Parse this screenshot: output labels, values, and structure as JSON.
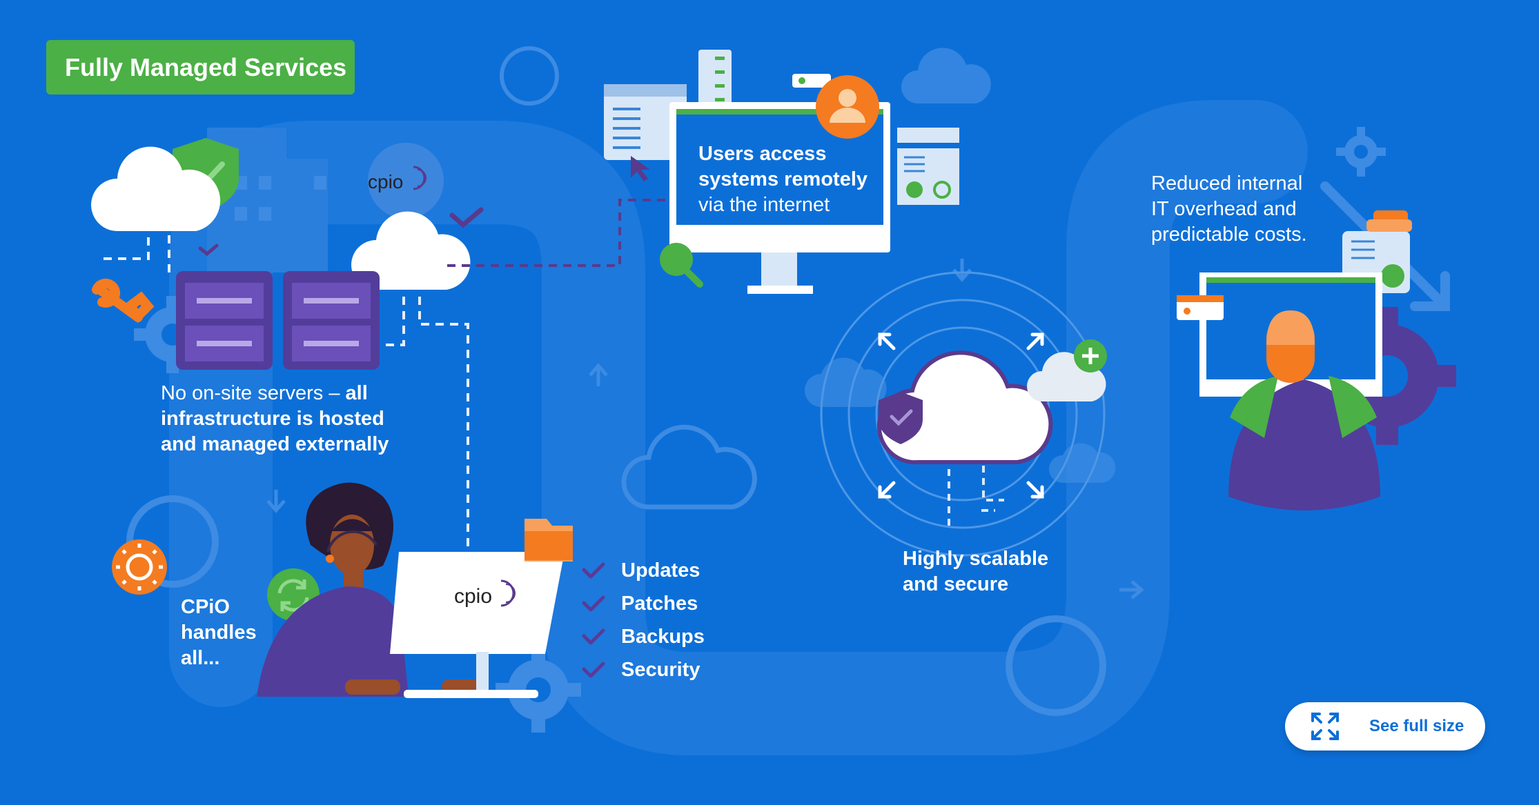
{
  "title": "Fully Managed Services",
  "labels": {
    "servers_line1_plain": "No on-site servers – ",
    "servers_line1_bold": "all",
    "servers_line2": "infrastructure is hosted",
    "servers_line3": "and managed externally",
    "users_line1": "Users access",
    "users_line2": "systems remotely",
    "users_line3": "via the internet",
    "costs_line1": "Reduced internal",
    "costs_line2": "IT overhead and",
    "costs_line3": "predictable costs.",
    "scalable_line1": "Highly scalable",
    "scalable_line2": "and secure",
    "cpio_line1": "CPiO",
    "cpio_line2": "handles",
    "cpio_line3": "all..."
  },
  "checklist": [
    "Updates",
    "Patches",
    "Backups",
    "Security"
  ],
  "logo_text": "cpio",
  "button": {
    "label": "See full size",
    "icon": "expand-icon"
  },
  "colors": {
    "background": "#0c6fd8",
    "badge_green": "#4bb045",
    "accent_orange": "#f47b20",
    "accent_purple": "#5a3a8c",
    "check_purple": "#5b3a96"
  }
}
